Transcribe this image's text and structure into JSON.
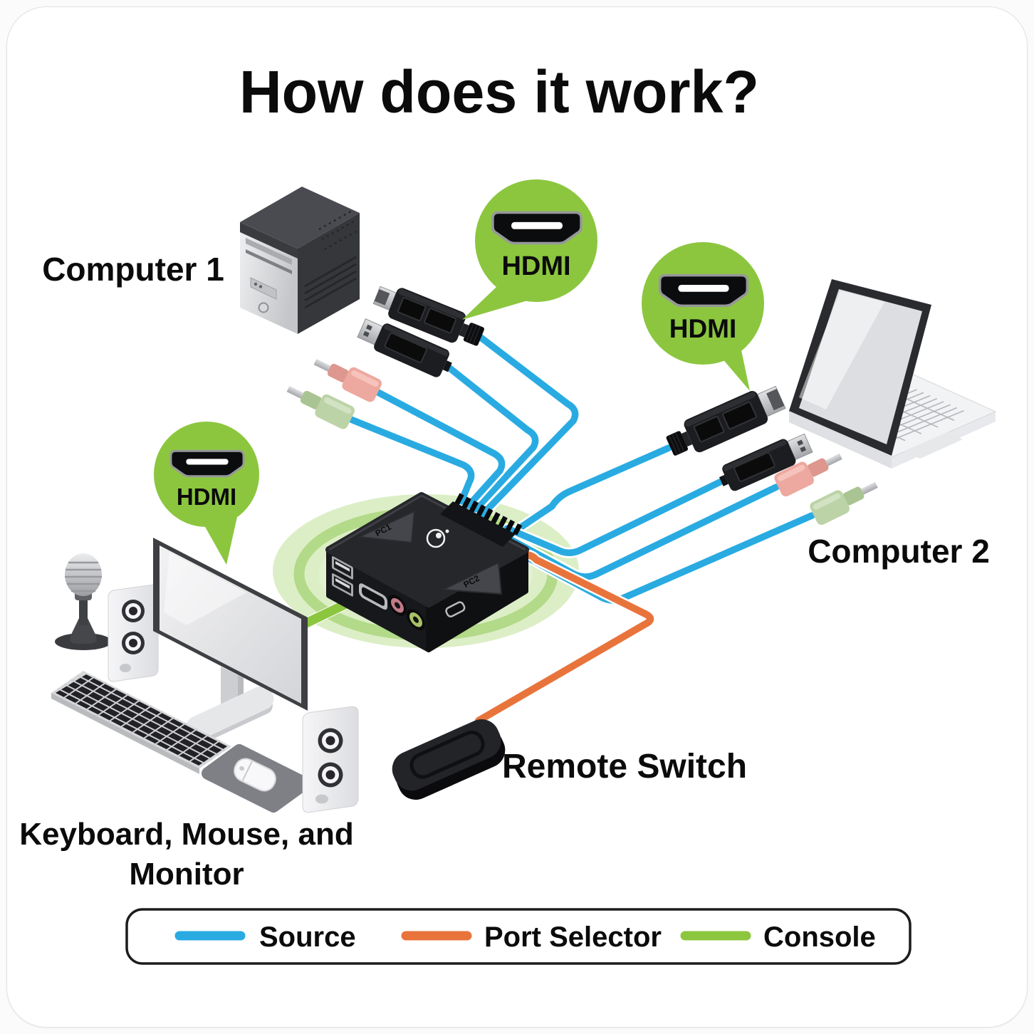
{
  "title": {
    "text": "How does it work?",
    "color": "#8CC63F"
  },
  "devices": {
    "computer1": {
      "label": "Computer 1"
    },
    "computer2": {
      "label": "Computer 2"
    },
    "kvm_switch": {
      "port1_label": "PC1",
      "port2_label": "PC2"
    },
    "remote_switch": {
      "label": "Remote Switch"
    },
    "console_group": {
      "label_line1": "Keyboard, Mouse, and",
      "label_line2": "Monitor"
    }
  },
  "callouts": [
    {
      "label": "HDMI"
    },
    {
      "label": "HDMI"
    },
    {
      "label": "HDMI"
    }
  ],
  "legend": {
    "items": [
      {
        "label": "Source",
        "color": "#29ABE2"
      },
      {
        "label": "Port Selector",
        "color": "#E8743C"
      },
      {
        "label": "Console",
        "color": "#8CC63F"
      }
    ]
  },
  "colors": {
    "accent_green": "#8CC63F",
    "source_cable": "#29ABE2",
    "port_selector_cable": "#E8743C",
    "console_cable": "#8CC63F"
  }
}
